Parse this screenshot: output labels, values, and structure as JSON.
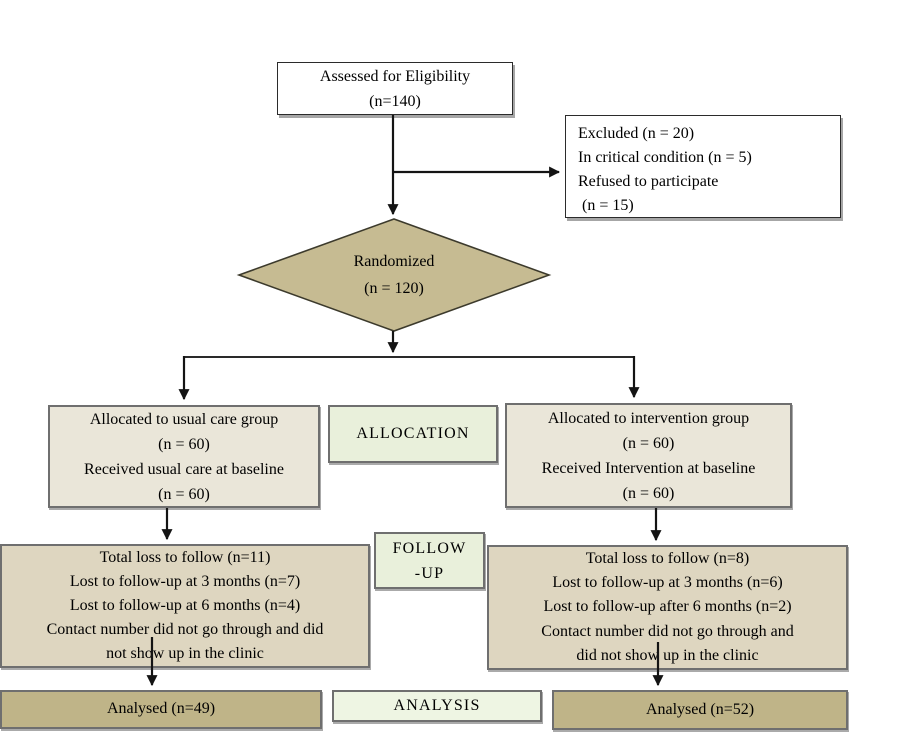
{
  "colors": {
    "diamond": "#c6bb92",
    "analysed_bg": "#bfb488",
    "followup_row_bg": "#ded6c0",
    "allocation_row_bg": "#eae6d9",
    "stage_label_bg": "#e9f0db",
    "analysis_label_bg": "#eef5e3",
    "plain_box_bg": "#ffffff",
    "arrow": "#141414"
  },
  "boxes": {
    "eligibility": {
      "lines": [
        "Assessed for Eligibility",
        "(n=140)"
      ]
    },
    "excluded": {
      "lines": [
        "Excluded (n = 20)",
        "In critical condition (n = 5)",
        "Refused to participate",
        " (n = 15)"
      ]
    },
    "randomized": {
      "lines": [
        "Randomized",
        "(n = 120)"
      ]
    },
    "usual_care": {
      "lines": [
        "Allocated to usual care group",
        "(n = 60)",
        "Received usual care at baseline",
        "(n = 60)"
      ]
    },
    "allocation_label": "ALLOCATION",
    "intervention": {
      "lines": [
        "Allocated to intervention group",
        "(n = 60)",
        "Received Intervention at baseline",
        "(n = 60)"
      ]
    },
    "followup_usual": {
      "lines": [
        "Total loss to follow (n=11)",
        "Lost to follow-up at 3 months (n=7)",
        "Lost to follow-up at 6 months (n=4)",
        "Contact number did not go through and did",
        "not show up in the clinic"
      ]
    },
    "followup_label": {
      "lines": [
        "FOLLOW",
        "-UP"
      ]
    },
    "followup_intervention": {
      "lines": [
        "Total loss to follow (n=8)",
        "Lost to follow-up at 3 months (n=6)",
        "Lost to follow-up after 6 months (n=2)",
        "Contact number did not go through and",
        "did not show up in the clinic"
      ]
    },
    "analysed_usual": "Analysed (n=49)",
    "analysis_label": "ANALYSIS",
    "analysed_intervention": "Analysed (n=52)"
  }
}
